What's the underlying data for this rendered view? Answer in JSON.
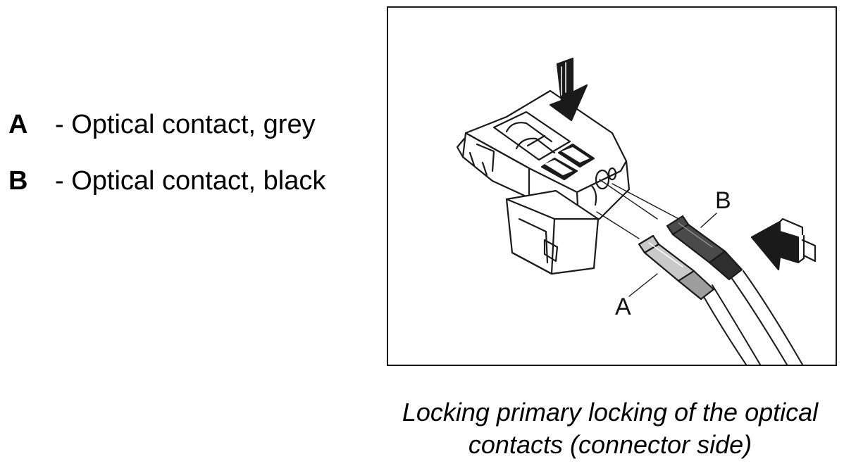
{
  "legend": {
    "items": [
      {
        "letter": "A",
        "text": "- Optical contact, grey"
      },
      {
        "letter": "B",
        "text": "- Optical contact, black"
      }
    ]
  },
  "figure": {
    "callouts": {
      "a": "A",
      "b": "B"
    }
  },
  "caption": {
    "line1": "Locking primary locking of the optical",
    "line2": "contacts (connector side)"
  },
  "colors": {
    "grey_contact": "#c9c9c9",
    "black_contact": "#4a4a4a",
    "line": "#1a1a1a"
  }
}
